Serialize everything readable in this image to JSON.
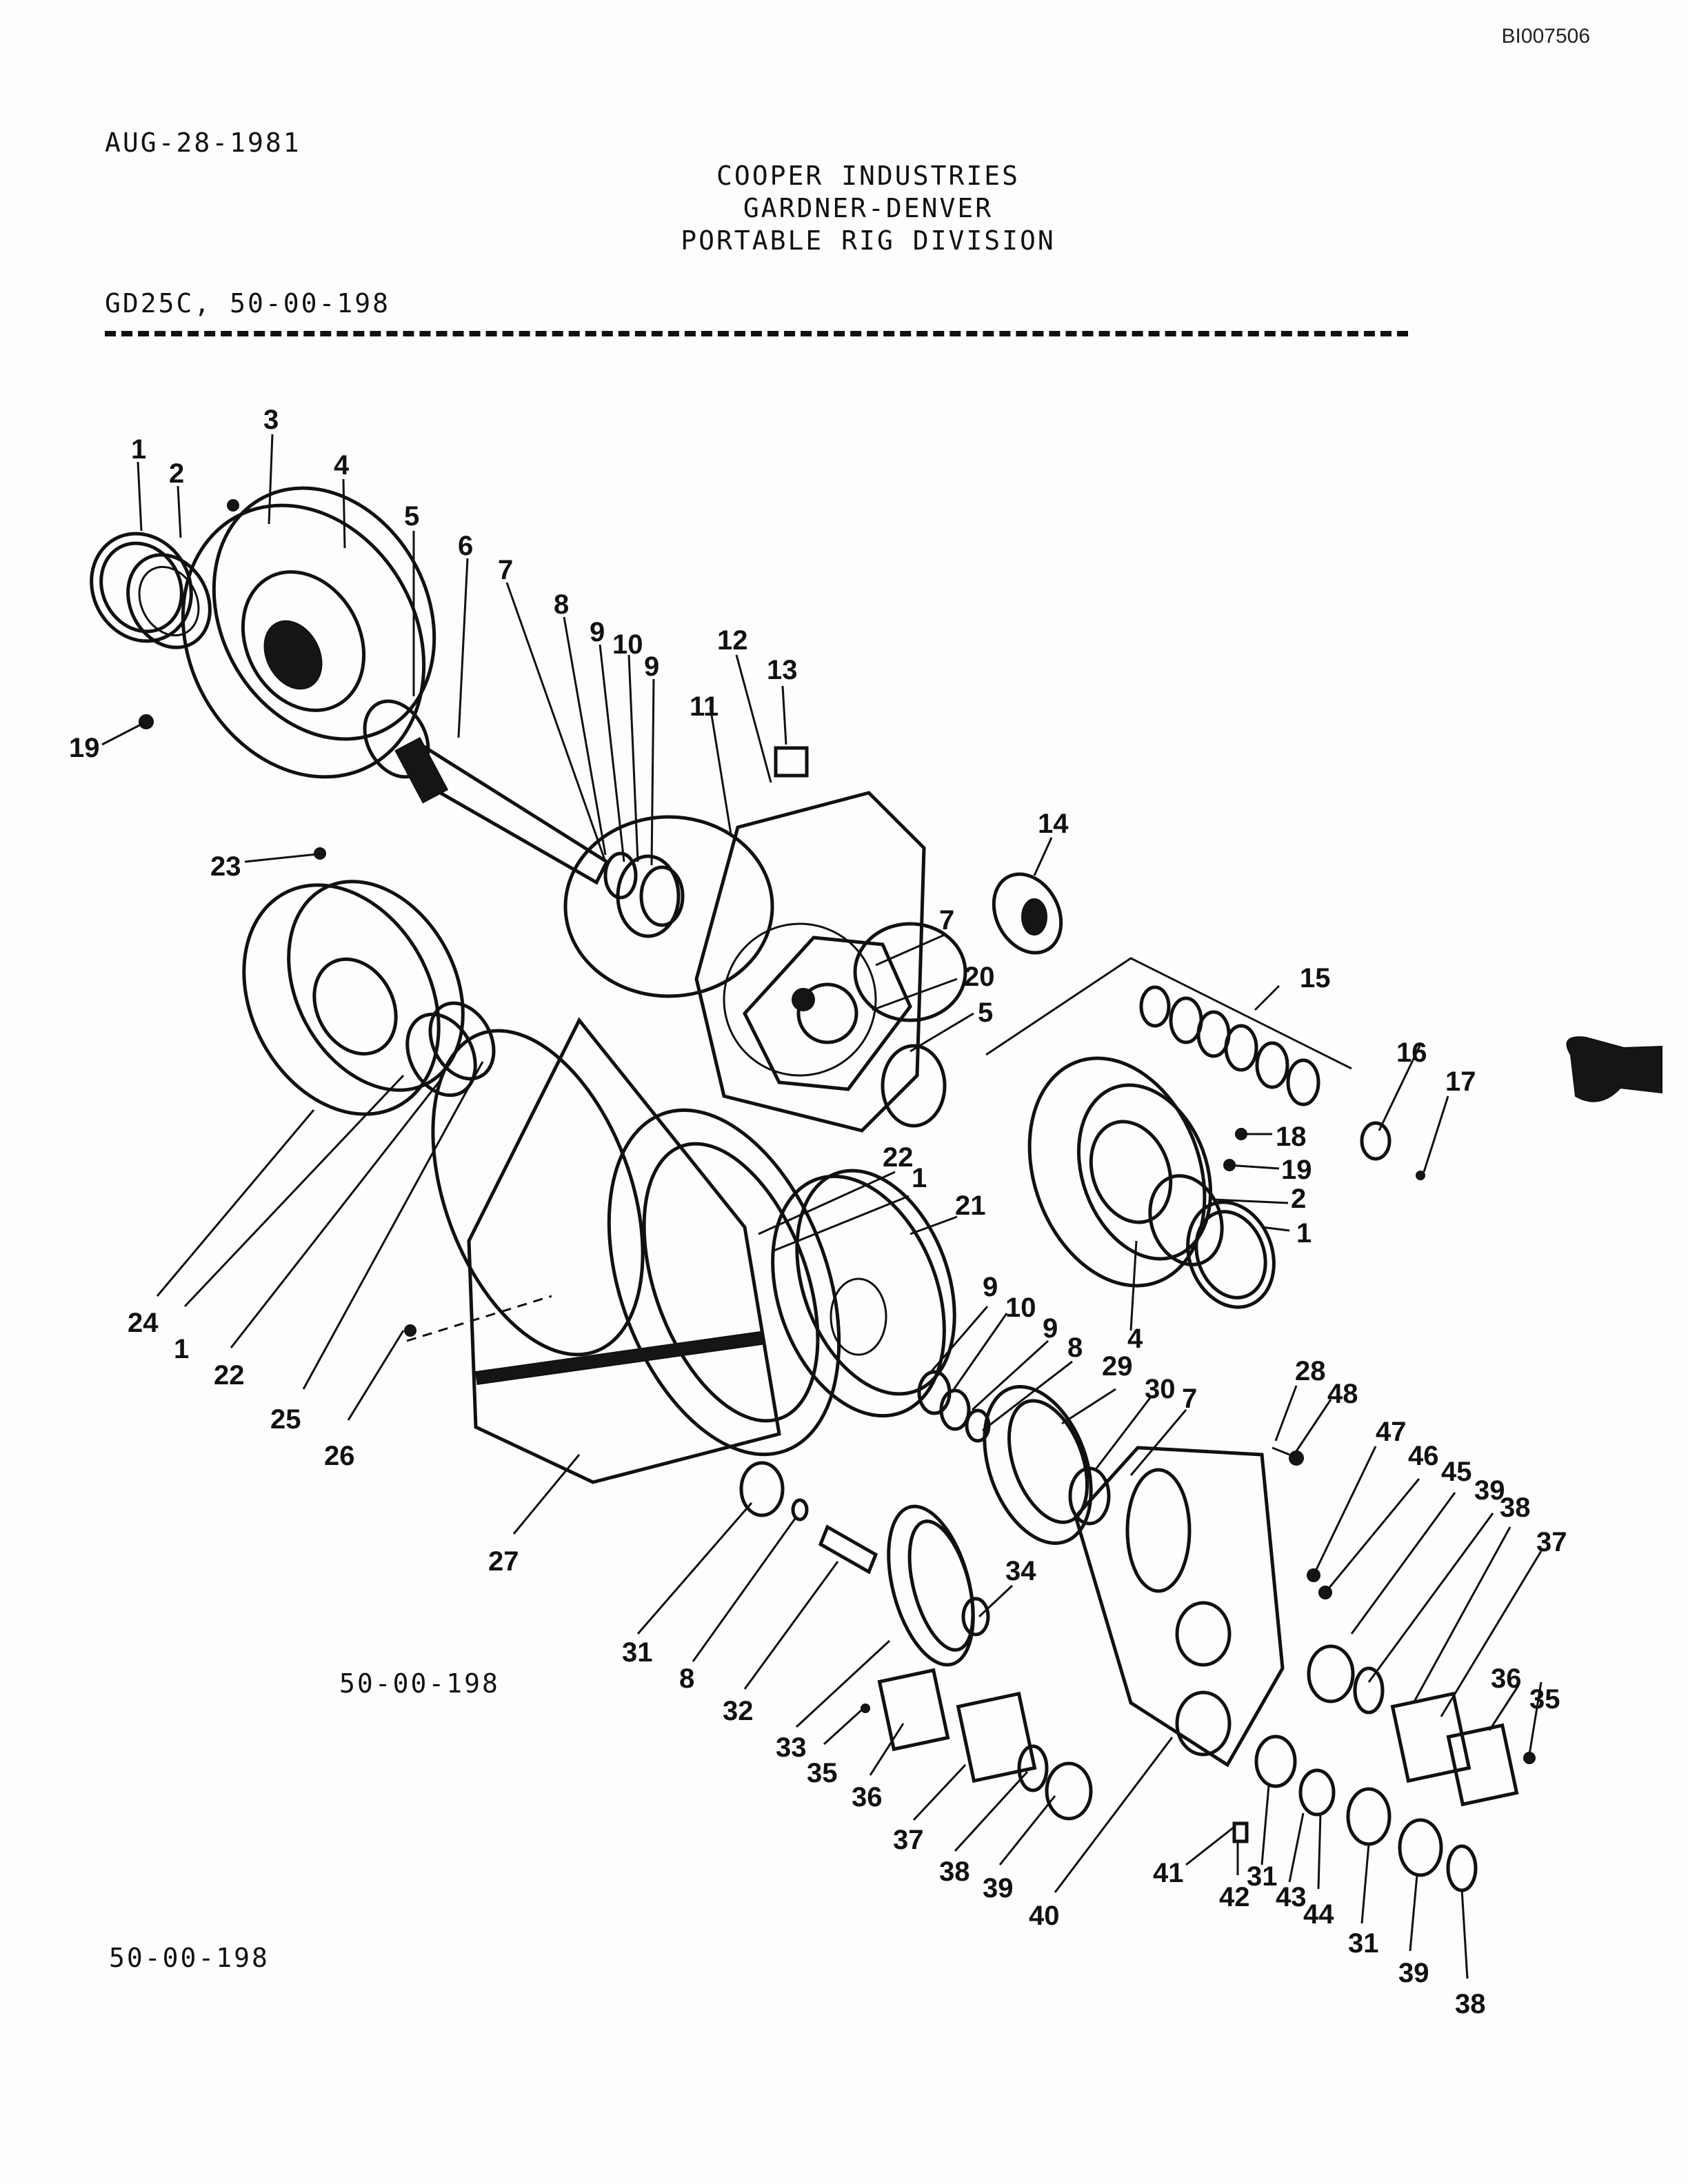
{
  "document": {
    "doc_id": "BI007506",
    "date": "AUG-28-1981",
    "header_lines": [
      "COOPER INDUSTRIES",
      "GARDNER-DENVER",
      "PORTABLE RIG DIVISION"
    ],
    "model": "GD25C, 50-00-198",
    "figure_label": "50-00-198",
    "footer": "50-00-198"
  },
  "diagram": {
    "callouts": [
      "1",
      "2",
      "3",
      "4",
      "5",
      "6",
      "7",
      "8",
      "9",
      "10",
      "9",
      "12",
      "13",
      "11",
      "19",
      "14",
      "23",
      "7",
      "15",
      "20",
      "5",
      "16",
      "17",
      "18",
      "19",
      "2",
      "1",
      "22",
      "1",
      "21",
      "4",
      "9",
      "10",
      "9",
      "8",
      "24",
      "1",
      "22",
      "25",
      "26",
      "29",
      "30",
      "7",
      "28",
      "48",
      "47",
      "46",
      "45",
      "39",
      "38",
      "37",
      "34",
      "27",
      "31",
      "8",
      "32",
      "33",
      "35",
      "36",
      "37",
      "38",
      "39",
      "40",
      "36",
      "35",
      "41",
      "42",
      "31",
      "43",
      "44",
      "31",
      "39",
      "38"
    ]
  }
}
